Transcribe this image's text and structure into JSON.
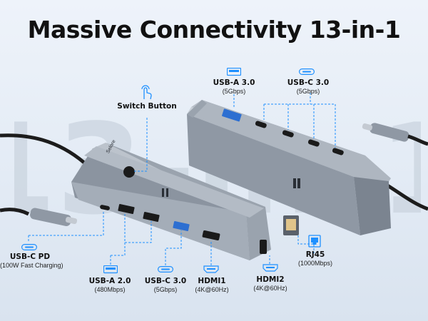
{
  "title": "Massive Connectivity 13-in-1",
  "background_number": "13-in-1",
  "device_brand": "Selore",
  "colors": {
    "accent": "#1e90ff",
    "text": "#111111",
    "body": "#9aa3ae",
    "background": "#e6edf6"
  },
  "ports": [
    {
      "id": "usba30",
      "name": "USB-A 3.0",
      "spec": "(5Gbps)",
      "icon": "usb-a-port-icon"
    },
    {
      "id": "usbc30top",
      "name": "USB-C 3.0",
      "spec": "(5Gbps)",
      "icon": "usb-c-port-icon"
    },
    {
      "id": "switch",
      "name": "Switch Button",
      "spec": "",
      "icon": "finger-press-icon"
    },
    {
      "id": "usbcpd",
      "name": "USB-C PD",
      "spec": "(100W Fast Charging)",
      "icon": "usb-c-port-icon"
    },
    {
      "id": "usba20",
      "name": "USB-A 2.0",
      "spec": "(480Mbps)",
      "icon": "usb-a-port-icon"
    },
    {
      "id": "usbc30bot",
      "name": "USB-C 3.0",
      "spec": "(5Gbps)",
      "icon": "usb-c-port-icon"
    },
    {
      "id": "hdmi1",
      "name": "HDMI1",
      "spec": "(4K@60Hz)",
      "icon": "hdmi-port-icon"
    },
    {
      "id": "hdmi2",
      "name": "HDMI2",
      "spec": "(4K@60Hz)",
      "icon": "hdmi-port-icon"
    },
    {
      "id": "rj45",
      "name": "RJ45",
      "spec": "(1000Mbps)",
      "icon": "ethernet-port-icon"
    }
  ]
}
